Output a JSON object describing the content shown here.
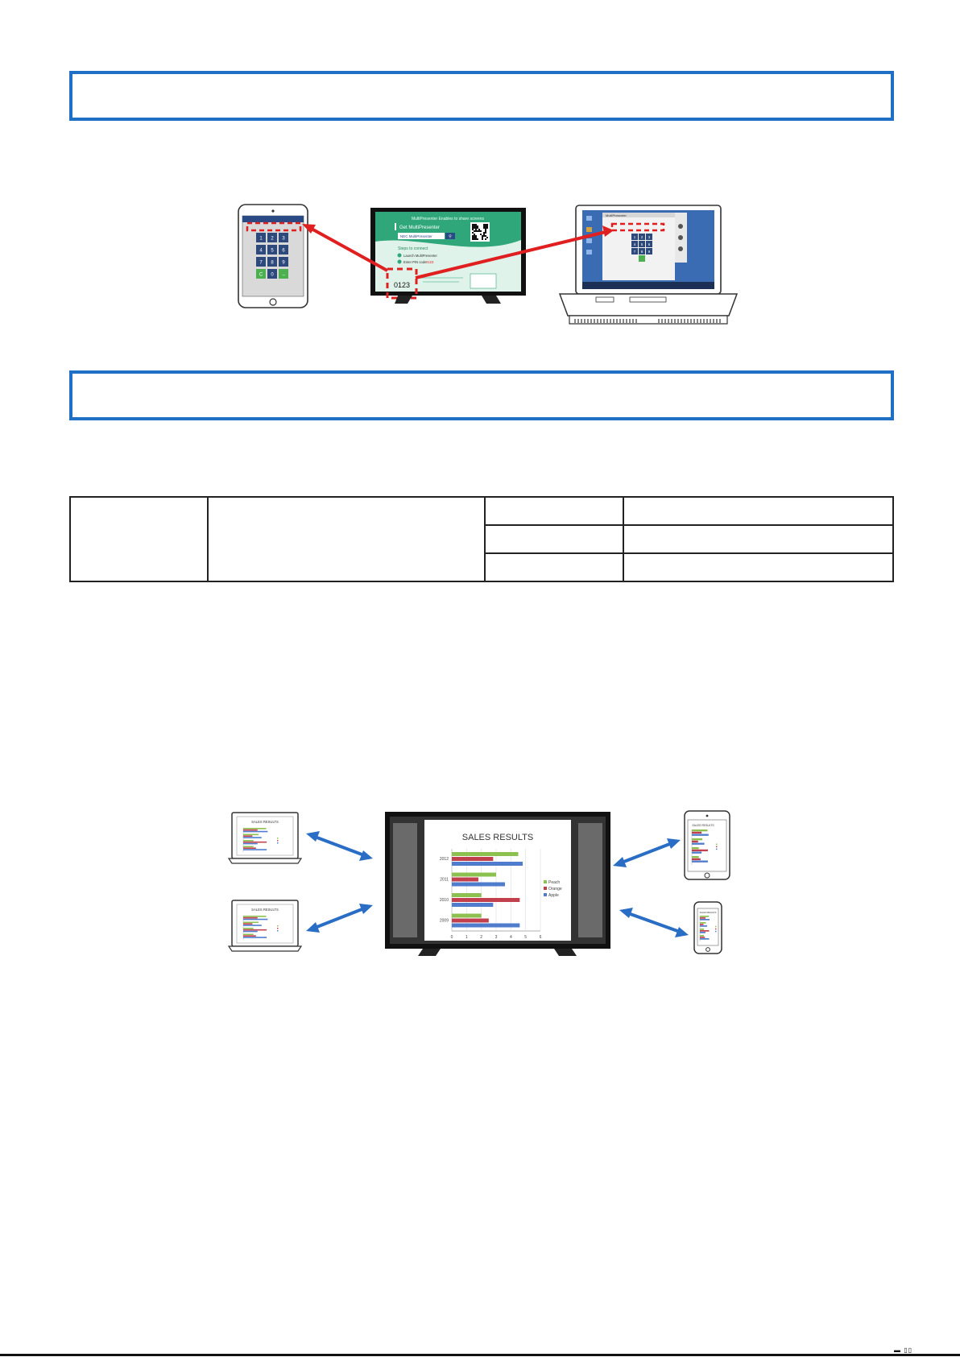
{
  "figure1": {
    "tablet": {
      "keypad": [
        "1",
        "2",
        "3",
        "4",
        "5",
        "6",
        "7",
        "8",
        "9",
        "C",
        "0",
        "→"
      ]
    },
    "display": {
      "banner": "MultiPresenter Enables to share screens",
      "title": "Get MultiPresenter",
      "search_value": "NEC MultiPresenter",
      "steps_title": "Steps to connect",
      "step1": "Launch MultiPresenter",
      "step2_prefix": "Enter PIN code",
      "step2_code": "0123",
      "pin": "0123"
    },
    "laptop": {
      "app_title": "MultiPresenter",
      "keypad": [
        "1",
        "2",
        "3",
        "4",
        "5",
        "6",
        "7",
        "8",
        "9"
      ]
    }
  },
  "figure2": {
    "chart_data": {
      "type": "bar",
      "orientation": "horizontal",
      "title": "SALES RESULTS",
      "categories": [
        "2012",
        "2011",
        "2010",
        "2009"
      ],
      "series": [
        {
          "name": "Peach",
          "color": "#8cc04f",
          "values": [
            4.5,
            3.0,
            2.0,
            2.0
          ]
        },
        {
          "name": "Orange",
          "color": "#c2404d",
          "values": [
            2.8,
            1.8,
            4.6,
            2.5
          ]
        },
        {
          "name": "Apple",
          "color": "#4f7ccc",
          "values": [
            4.8,
            3.6,
            2.8,
            4.6
          ]
        }
      ],
      "xlim": [
        0,
        6
      ],
      "xticks": [
        "0",
        "1",
        "2",
        "3",
        "4",
        "5",
        "6"
      ],
      "legend_position": "right"
    },
    "small_chart_title": "SALES RESULTS"
  },
  "colors": {
    "section_border": "#1f6fc4",
    "red_arrow": "#e02020",
    "blue_arrow": "#2a6dc4",
    "screen_green": "#2fa77a"
  }
}
